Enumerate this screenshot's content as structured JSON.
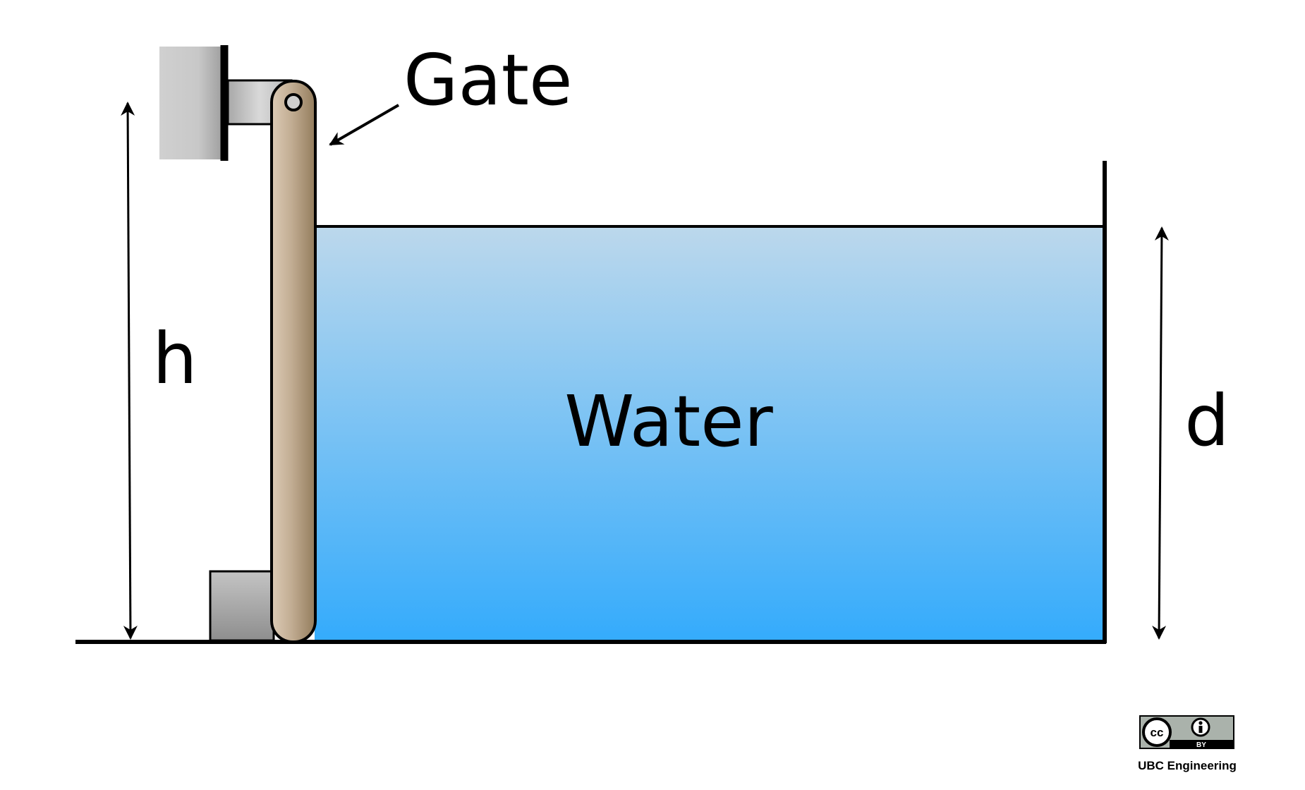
{
  "diagram": {
    "labels": {
      "gate": "Gate",
      "water": "Water",
      "height": "h",
      "depth": "d"
    }
  },
  "license": {
    "cc": "cc",
    "by": "BY",
    "credit": "UBC Engineering"
  },
  "colors": {
    "water_top": "#bcd8ec",
    "water_bottom": "#34abfc",
    "gate_light": "#d7c4ae",
    "gate_dark": "#9a8465",
    "support": "#c9c9c9",
    "outline": "#000000"
  }
}
